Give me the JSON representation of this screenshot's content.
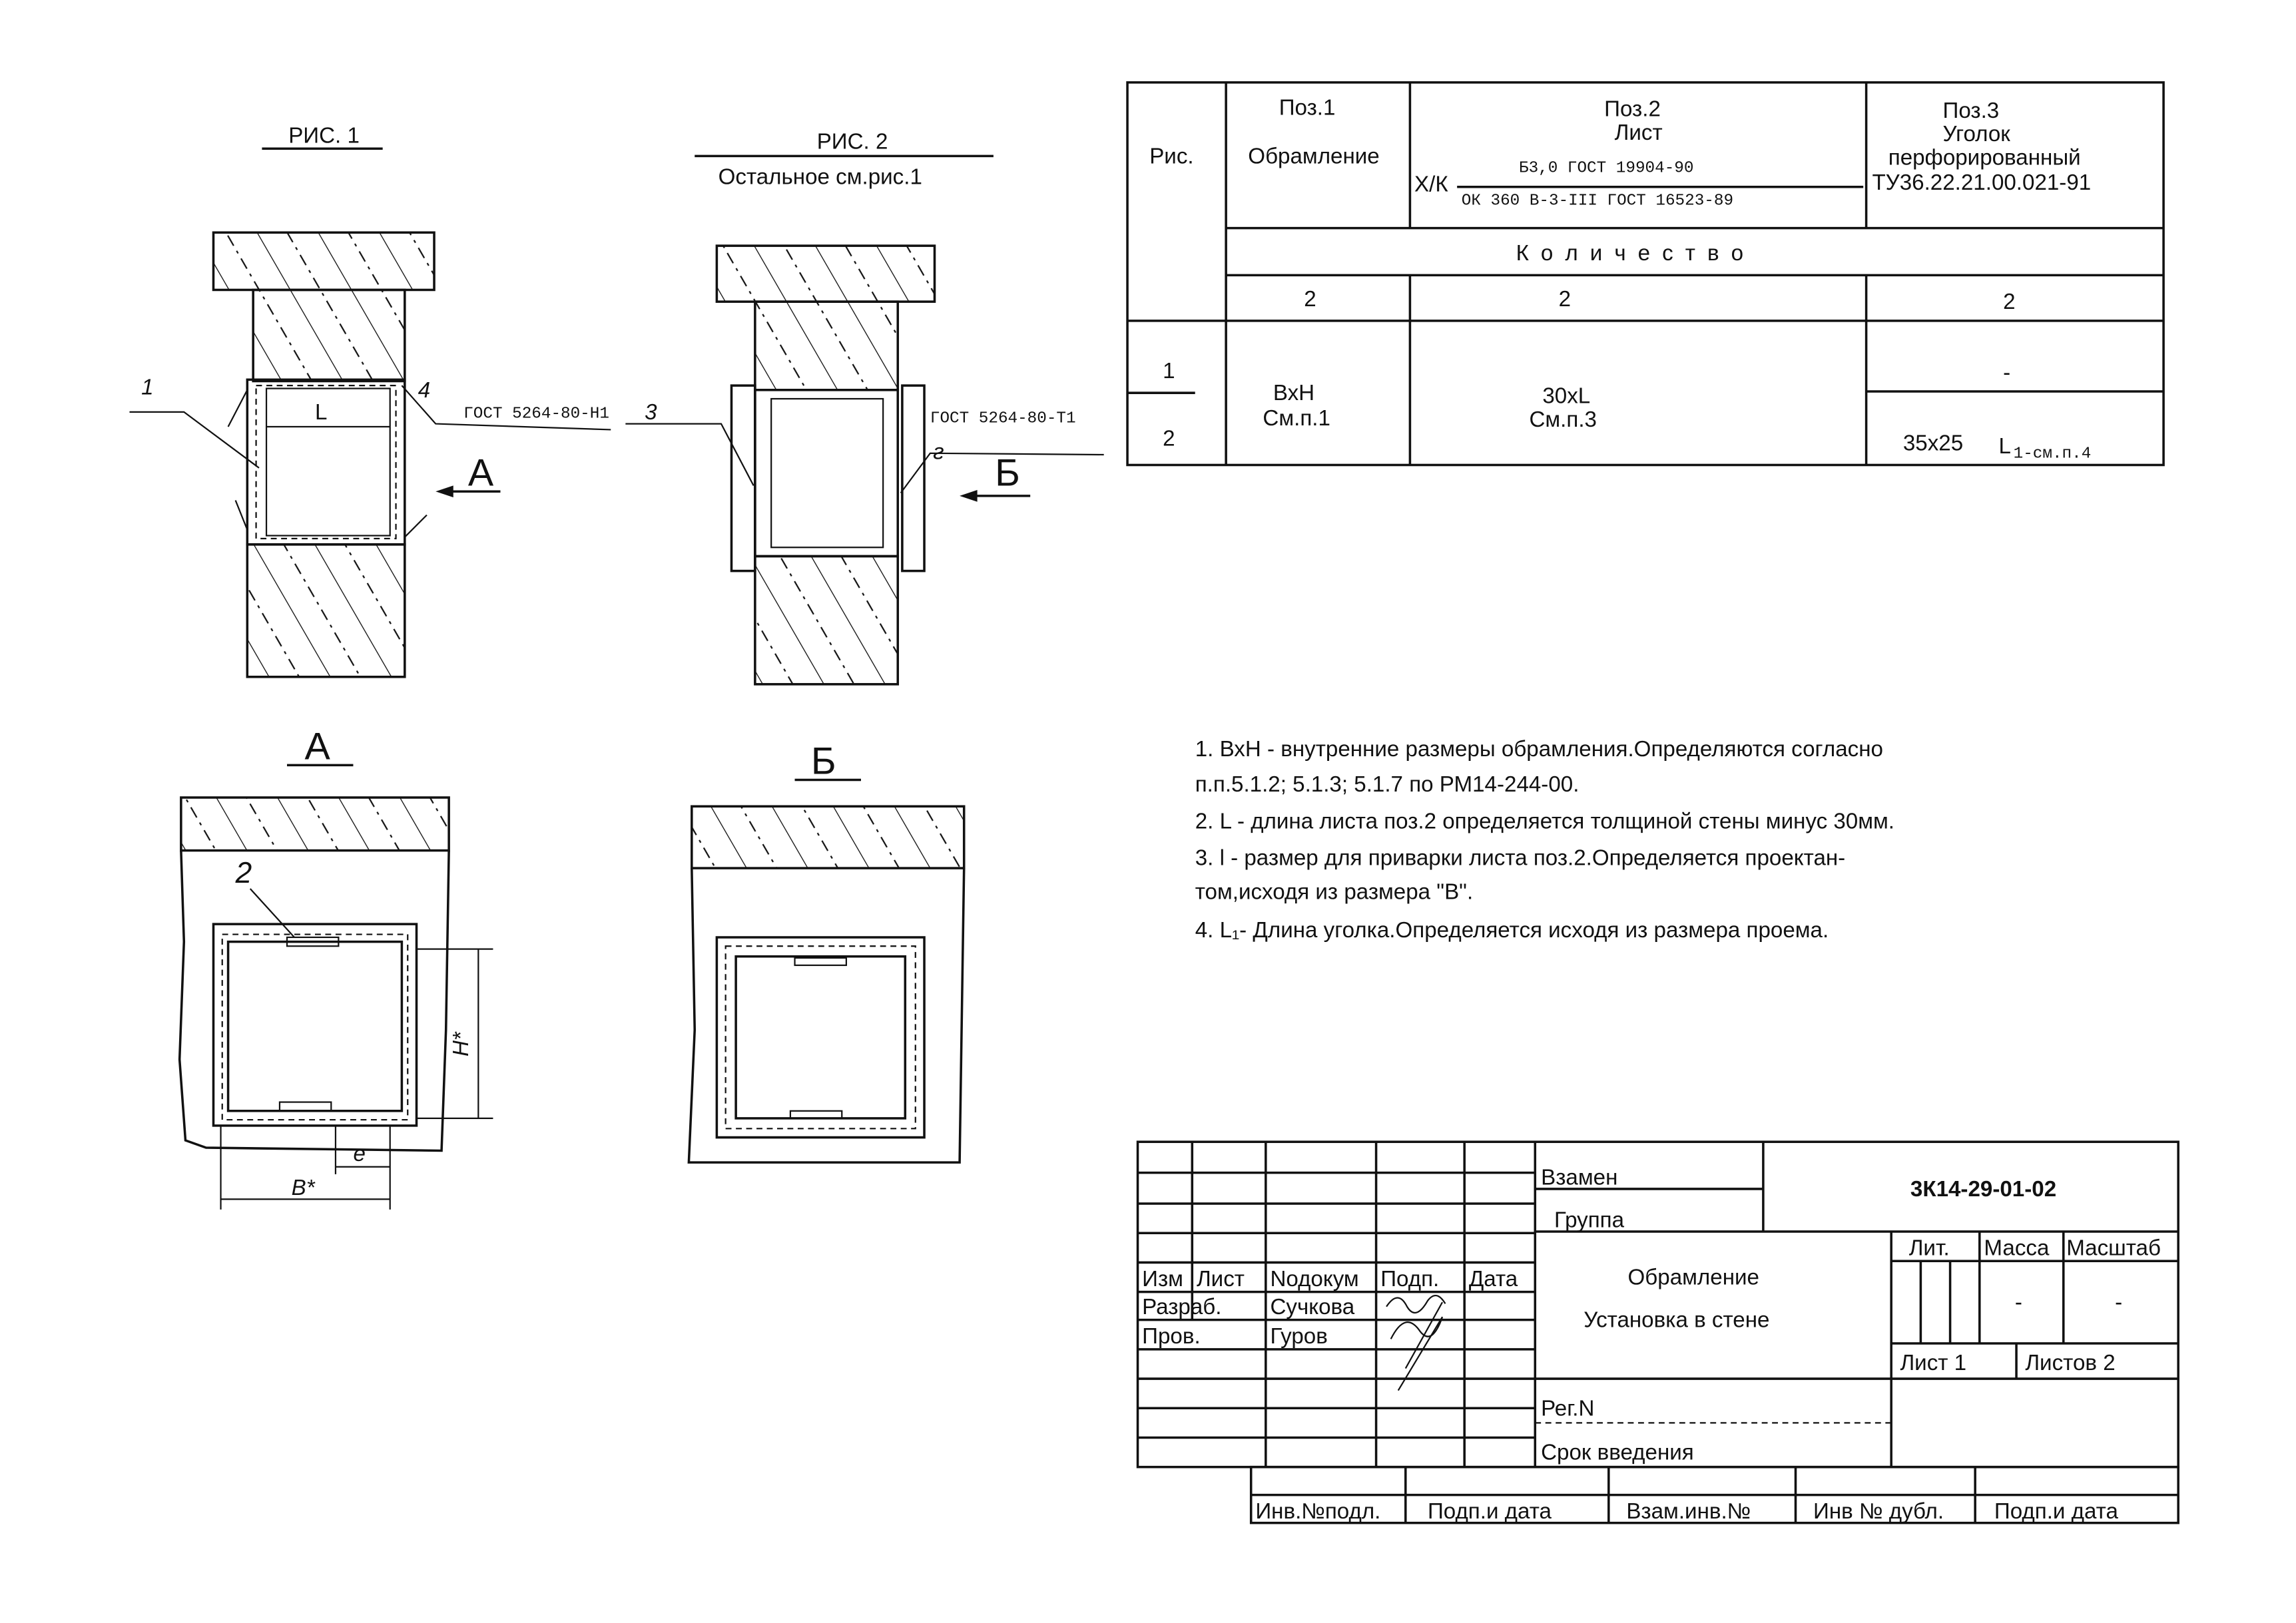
{
  "figures": {
    "fig1": {
      "title": "РИС. 1",
      "label_pos1": "1",
      "label_weld": "4",
      "weld_standard": "ГОСТ 5264-80-Н1",
      "dim_L": "L",
      "view_arrow": "А"
    },
    "fig2": {
      "title": "РИС. 2",
      "note": "Остальное см.рис.1",
      "label_pos3": "3",
      "label_weld": "г",
      "weld_standard": "ГОСТ 5264-80-Т1",
      "view_arrow": "Б"
    },
    "viewA": {
      "title": "А",
      "label_pos2": "2",
      "dim_H": "Н*",
      "dim_B": "В*",
      "dim_e": "e"
    },
    "viewB": {
      "title": "Б"
    }
  },
  "spec_table": {
    "col_fig": "Рис.",
    "pos1": {
      "title": "Поз.1",
      "name": "Обрамление"
    },
    "pos2": {
      "title": "Поз.2",
      "name": "Лист",
      "prefix": "Х/К",
      "numerator": "Б3,0 ГОСТ 19904-90",
      "denominator": "ОК 360 В-3-III ГОСТ 16523-89"
    },
    "pos3": {
      "title": "Поз.3",
      "name": "Уголок",
      "name2": "перфорированный",
      "standard": "ТУ36.22.21.00.021-91"
    },
    "quantity_header": "К о л и ч е с т в о",
    "quantities": [
      "2",
      "2",
      "2"
    ],
    "rows": {
      "fig1": "1",
      "fig2": "2",
      "pos1_value": "ВхН",
      "pos1_ref": "См.п.1",
      "pos2_value": "30хL",
      "pos2_ref": "См.п.3",
      "pos3_fig1": "-",
      "pos3_fig2": "35х25",
      "pos3_fig2_length": "L",
      "pos3_fig2_length_sub": "1-см.п.4"
    }
  },
  "notes": [
    "1. ВхН - внутренние размеры обрамления.Определяются согласно",
    "п.п.5.1.2; 5.1.3; 5.1.7 по РМ14-244-00.",
    "2. L - длина листа поз.2 определяется толщиной стены минус 30мм.",
    "3. l - размер для приварки листа поз.2.Определяется проектан-",
    "том,исходя из размера \"В\".",
    "4. L₁- Длина уголка.Определяется исходя из размера проема."
  ],
  "title_block": {
    "replaces": "Взамен",
    "group": "Группа",
    "designation": "3К14-29-01-02",
    "headers": [
      "Изм",
      "Лист",
      "Nодокум",
      "Подп.",
      "Дата"
    ],
    "developed_label": "Разраб.",
    "developed_name": "Сучкова",
    "checked_label": "Пров.",
    "checked_name": "Гуров",
    "title_line1": "Обрамление",
    "title_line2": "Установка в стене",
    "lit": "Лит.",
    "mass": "Масса",
    "scale": "Масштаб",
    "mass_value": "-",
    "scale_value": "-",
    "sheet": "Лист 1",
    "sheets": "Листов 2",
    "reg": "Рег.N",
    "effective_date": "Срок введения",
    "bottom": [
      "Инв.№подл.",
      "Подп.и дата",
      "Взам.инв.№",
      "Инв № дубл.",
      "Подп.и дата"
    ]
  }
}
